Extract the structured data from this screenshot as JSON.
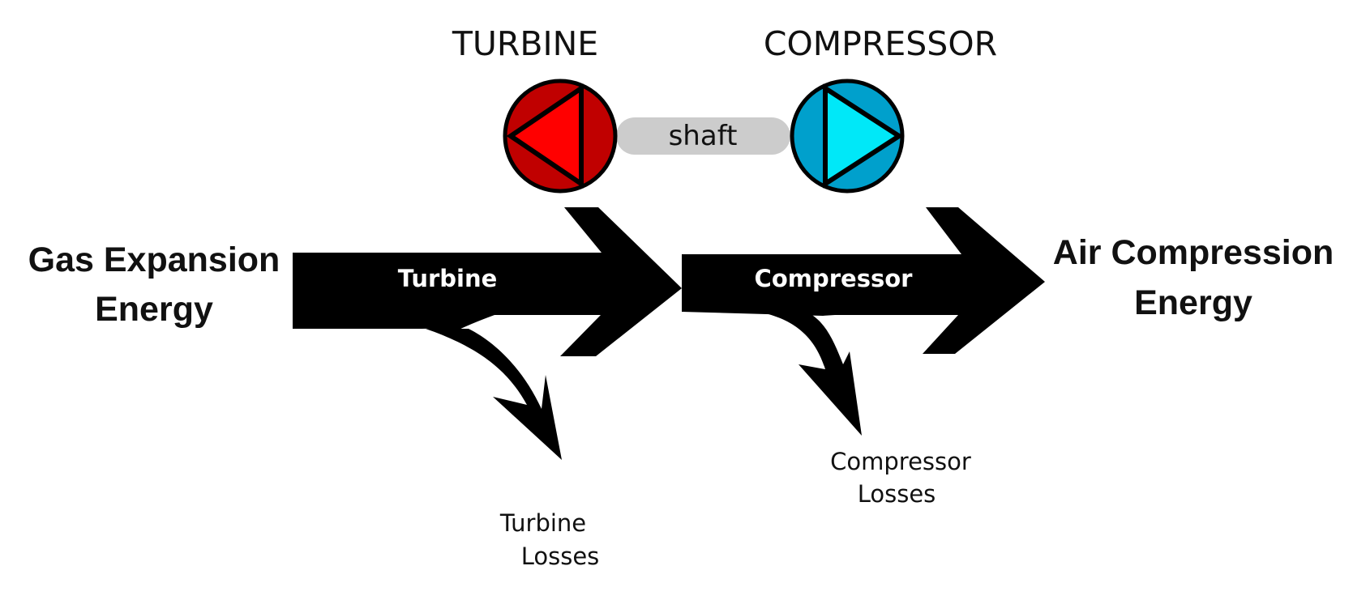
{
  "components": {
    "turbine_title": "TURBINE",
    "compressor_title": "COMPRESSOR",
    "shaft_label": "shaft"
  },
  "flows": {
    "input_line1": "Gas Expansion",
    "input_line2": "Energy",
    "turbine_label": "Turbine",
    "compressor_label": "Compressor",
    "output_line1": "Air Compression",
    "output_line2": "Energy"
  },
  "losses": {
    "turbine_line1": "Turbine",
    "turbine_line2": "Losses",
    "compressor_line1": "Compressor",
    "compressor_line2": "Losses"
  },
  "colors": {
    "turbine_outer": "#C00000",
    "turbine_inner": "#FF0000",
    "compressor_outer": "#00A0CC",
    "compressor_inner": "#00E8F8",
    "shaft": "#CCCCCC",
    "flow": "#000000"
  }
}
